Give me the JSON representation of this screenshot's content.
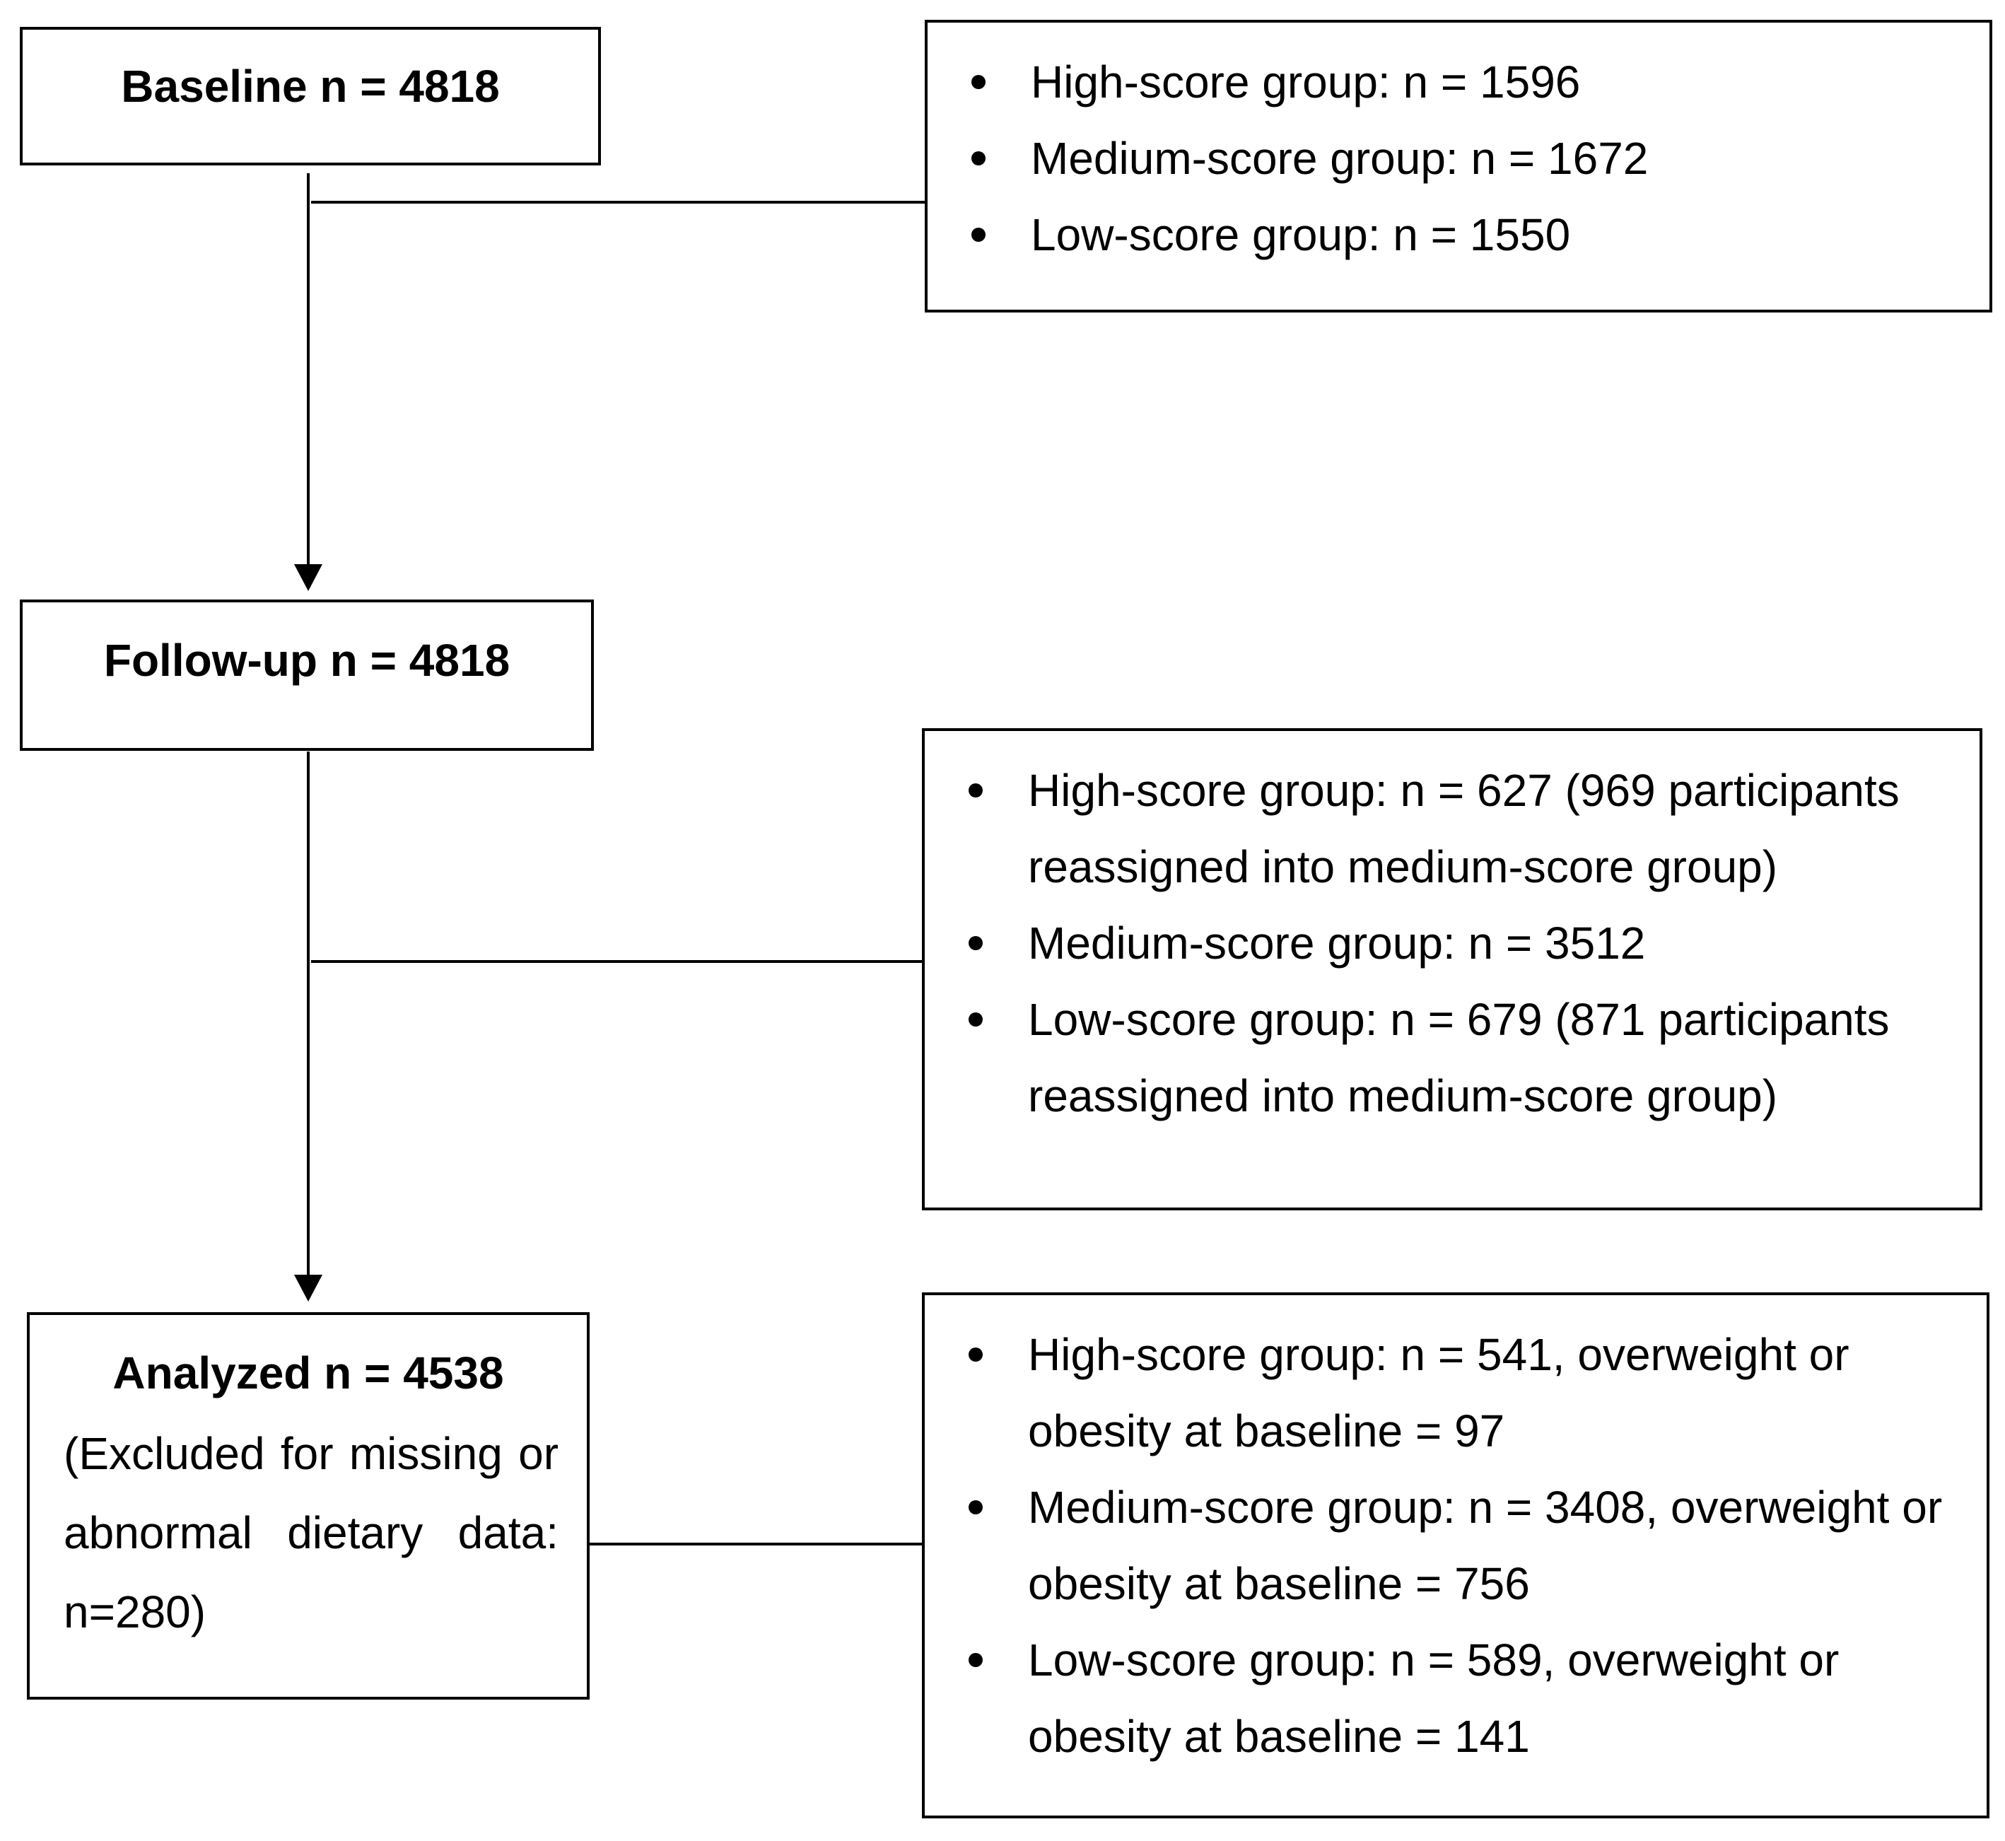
{
  "baseline": {
    "title": "Baseline n = 4818",
    "items": [
      "High-score group: n = 1596",
      "Medium-score group: n = 1672",
      "Low-score group: n = 1550"
    ]
  },
  "followup": {
    "title": "Follow-up n = 4818",
    "items": [
      "High-score group: n = 627 (969 participants reassigned into medium-score group)",
      "Medium-score group: n = 3512",
      "Low-score group: n = 679 (871 participants reassigned into medium-score group)"
    ]
  },
  "analyzed": {
    "title": "Analyzed n = 4538",
    "note": "(Excluded for missing or abnormal dietary data: n=280)",
    "items": [
      "High-score group: n = 541, overweight or obesity at baseline = 97",
      "Medium-score group: n = 3408, overweight or obesity at baseline = 756",
      "Low-score group: n = 589, overweight or obesity at baseline = 141"
    ]
  }
}
